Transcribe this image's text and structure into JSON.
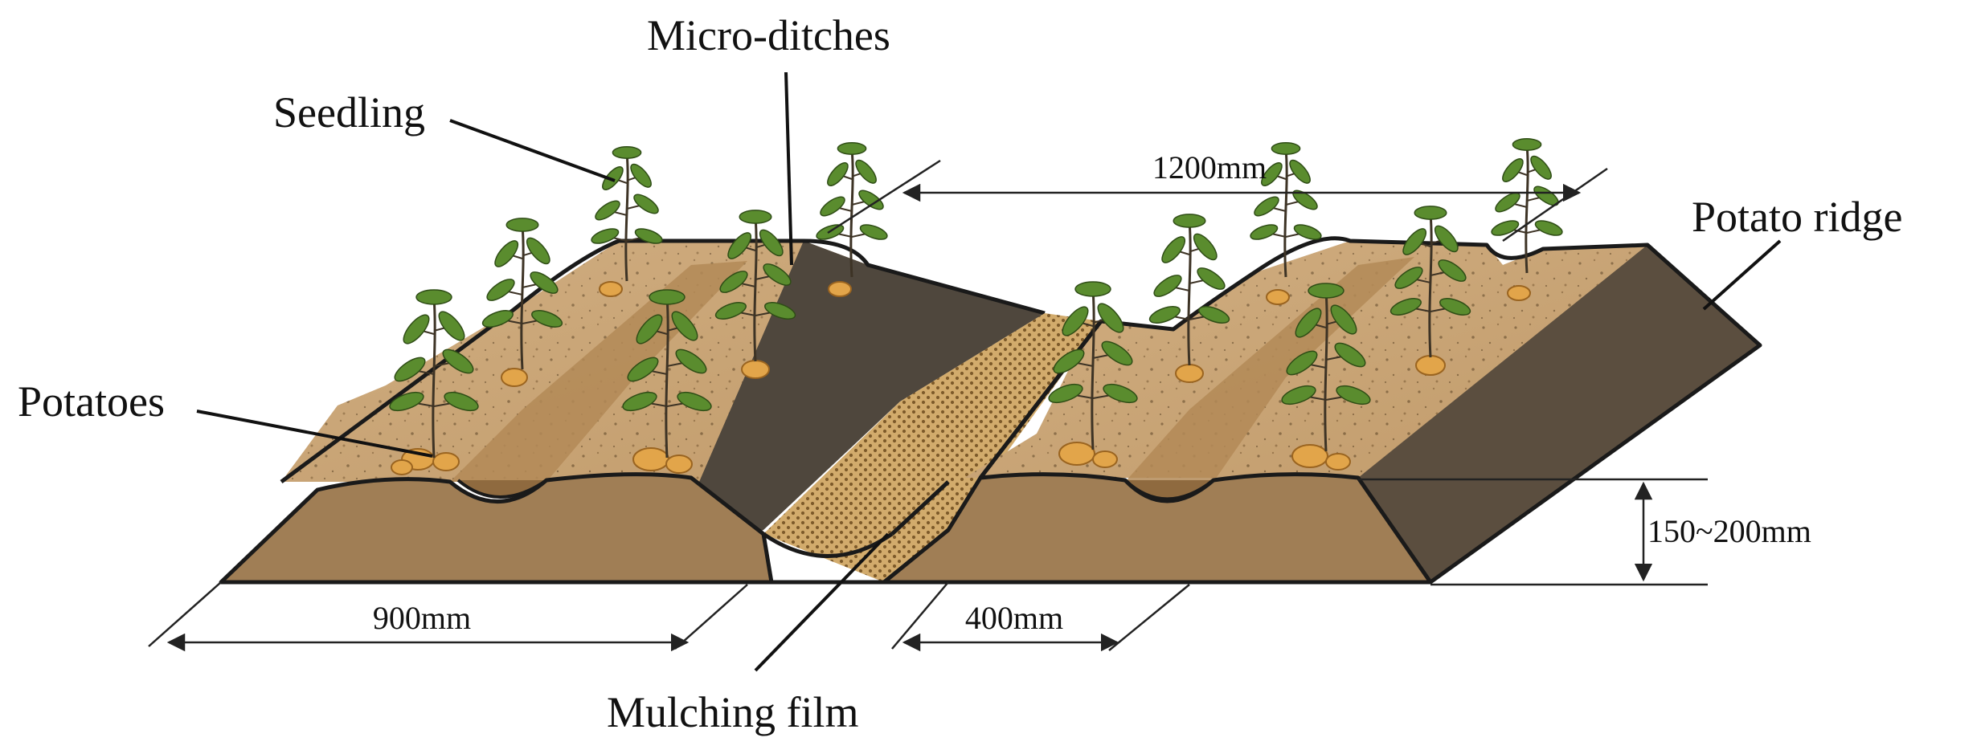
{
  "labels": {
    "micro_ditches": "Micro-ditches",
    "seedling": "Seedling",
    "potatoes": "Potatoes",
    "potato_ridge": "Potato ridge",
    "mulching_film": "Mulching film"
  },
  "dimensions": {
    "furrow_spacing": "1200mm",
    "ridge_width": "900mm",
    "furrow_width": "400mm",
    "ridge_height": "150~200mm"
  },
  "colors": {
    "soil_light": "#c9a475",
    "soil_mid": "#a9875c",
    "soil_front": "#a07e55",
    "soil_dark": "#5b4e3f",
    "film": "#cfa766",
    "leaf": "#5a8c2e",
    "tuber": "#e2a54a"
  }
}
